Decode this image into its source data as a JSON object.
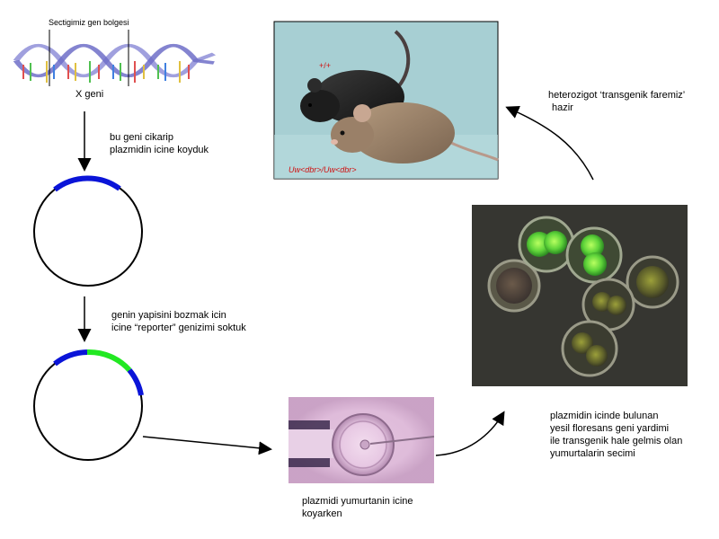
{
  "labels": {
    "gene_region": "Sectigimiz gen bolgesi",
    "x_gene": "X geni",
    "step1": [
      "bu geni cikarip",
      "plazmidin icine koyduk"
    ],
    "step2": [
      "genin yapisini bozmak icin",
      "icine “reporter” genizimi soktuk"
    ],
    "step3": [
      "plazmidi yumurtanin icine",
      "koyarken"
    ],
    "step4": [
      "plazmidin icinde bulunan",
      "yesil floresans geni yardimi",
      "ile transgenik hale gelmis olan",
      "yumurtalarin secimi"
    ],
    "step5": [
      "heterozigot ‘transgenik faremiz’",
      "hazir"
    ]
  },
  "mouse_photo": {
    "wild_label": "+/+",
    "genotype_label": "Uw<dbr>/Uw<dbr>"
  },
  "colors": {
    "gene_x": "#0a14d8",
    "reporter": "#22e822",
    "dna_strand": "#8f8fd8"
  },
  "icons": {
    "dna": "dna-helix",
    "plasmid": "plasmid-circle",
    "arrow": "flow-arrow"
  }
}
